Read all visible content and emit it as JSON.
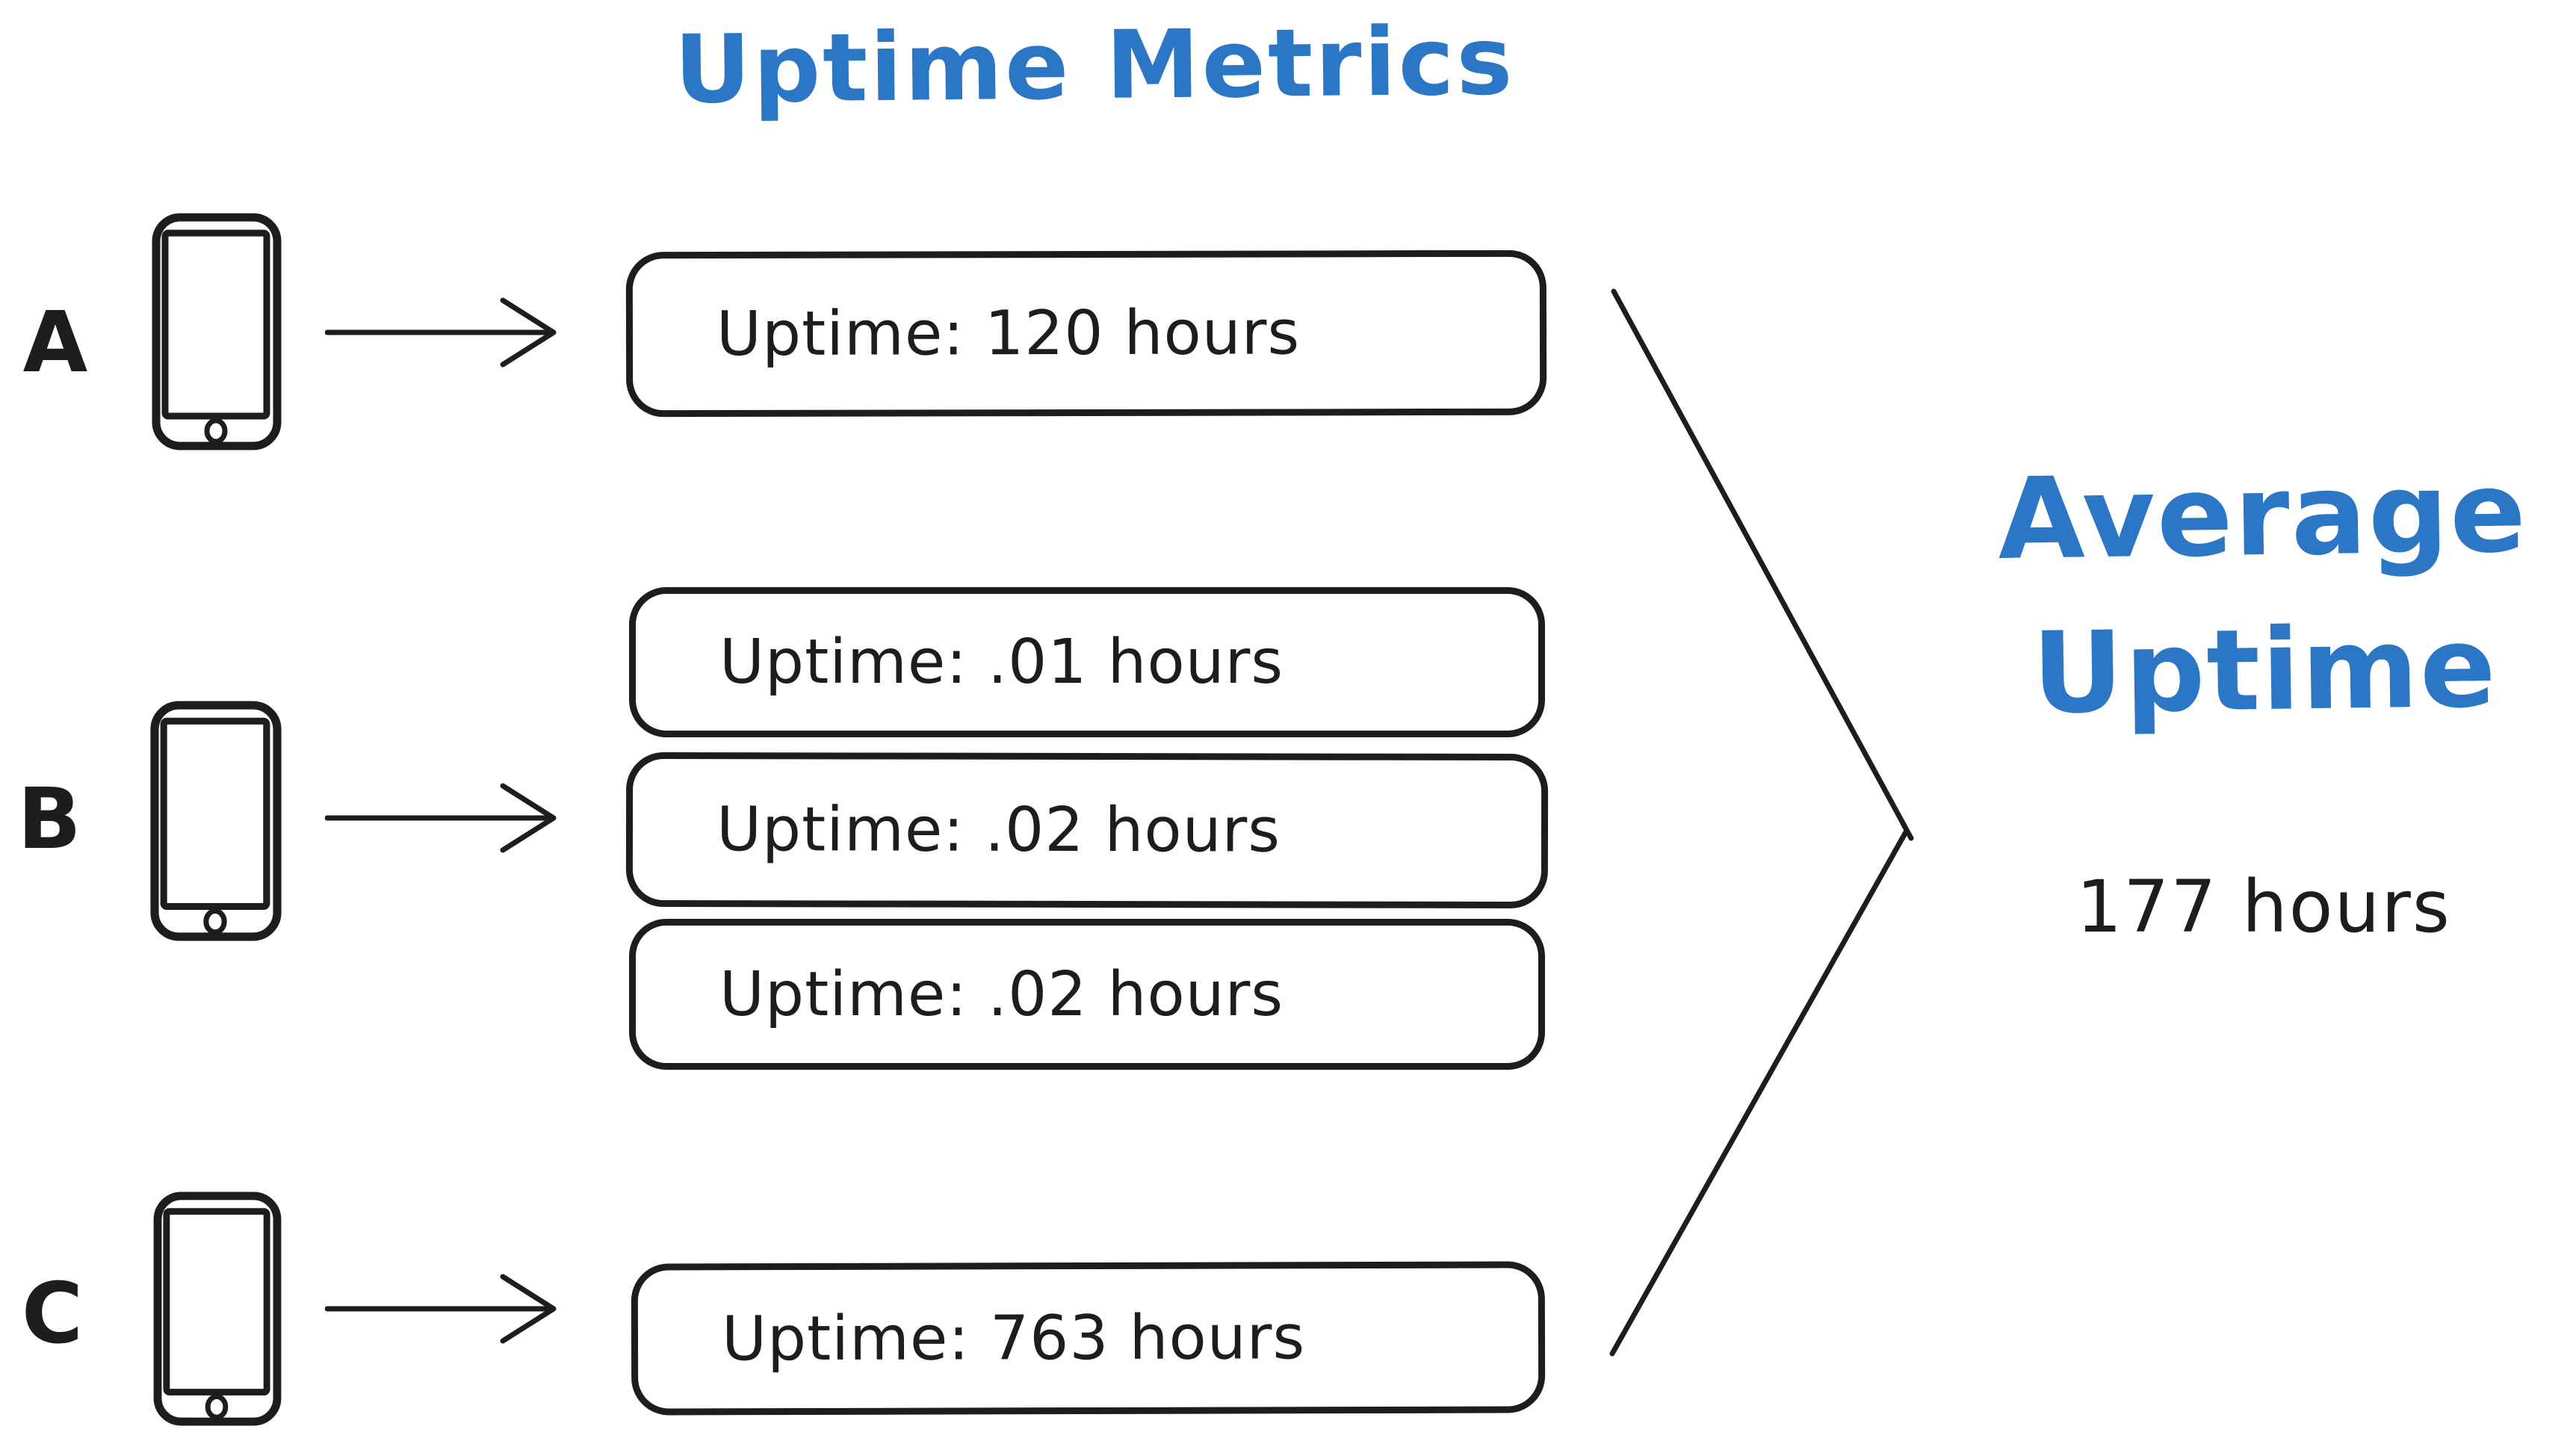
{
  "title": "Uptime Metrics",
  "colors": {
    "accent_blue": "#2b76c5",
    "ink": "#1d1d1d",
    "background": "#ffffff"
  },
  "devices": [
    {
      "label": "A",
      "icon": "smartphone-icon",
      "metrics": [
        "Uptime: 120 hours"
      ]
    },
    {
      "label": "B",
      "icon": "smartphone-icon",
      "metrics": [
        "Uptime: .01 hours",
        "Uptime: .02 hours",
        "Uptime: .02 hours"
      ]
    },
    {
      "label": "C",
      "icon": "smartphone-icon",
      "metrics": [
        "Uptime: 763 hours"
      ]
    }
  ],
  "result": {
    "heading_line1": "Average",
    "heading_line2": "Uptime",
    "value": "177 hours"
  }
}
